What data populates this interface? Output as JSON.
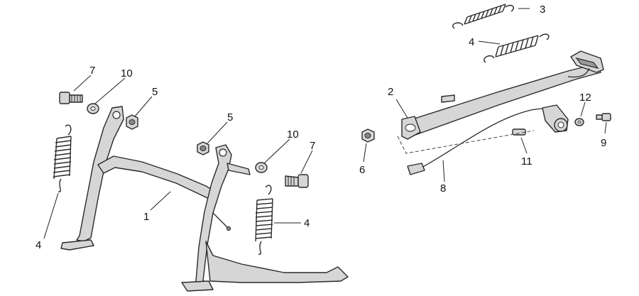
{
  "callouts": {
    "c1": "1",
    "c2": "2",
    "c3": "3",
    "c4a": "4",
    "c4b": "4",
    "c4c": "4",
    "c5a": "5",
    "c5b": "5",
    "c6": "6",
    "c7a": "7",
    "c7b": "7",
    "c8": "8",
    "c9": "9",
    "c10a": "10",
    "c10b": "10",
    "c11": "11",
    "c12": "12"
  }
}
